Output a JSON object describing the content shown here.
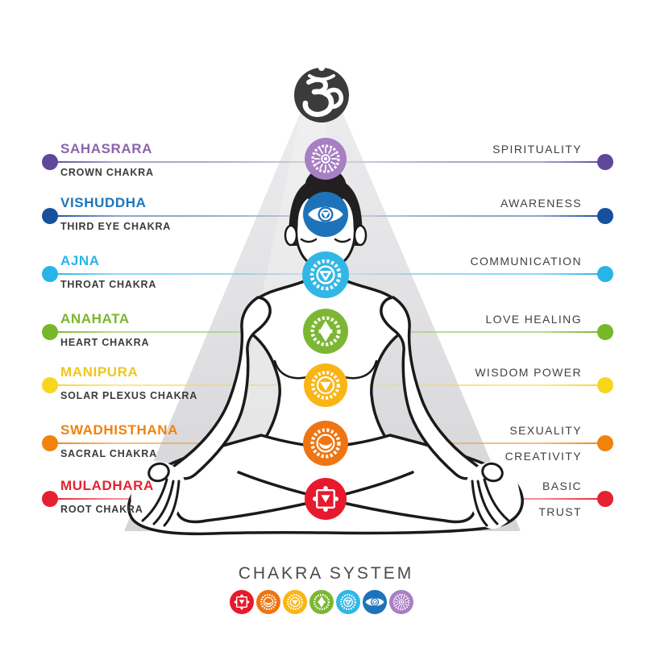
{
  "heading": {
    "title": "CHAKRA SYSTEM"
  },
  "om": {
    "symbol": "ॐ",
    "icon": "om-icon",
    "circle_color": "#3b3a3c"
  },
  "beam_color": "#dcdcdf",
  "chakras": [
    {
      "name": "SAHASRARA",
      "subtitle": "CROWN CHAKRA",
      "right1": "SPIRITUALITY",
      "right2": "",
      "color": "#8c64ab",
      "dot_color": "#5f489b",
      "circle_color": "#a87fc2",
      "symbol": "crown-lotus-icon"
    },
    {
      "name": "VISHUDDHA",
      "subtitle": "THIRD EYE CHAKRA",
      "right1": "AWARENESS",
      "right2": "",
      "color": "#1b76bd",
      "dot_color": "#17509d",
      "circle_color": "#1d73b9",
      "symbol": "third-eye-icon"
    },
    {
      "name": "AJNA",
      "subtitle": "THROAT CHAKRA",
      "right1": "COMMUNICATION",
      "right2": "",
      "color": "#29b6ea",
      "dot_color": "#29b4e9",
      "circle_color": "#31b7e6",
      "symbol": "throat-sun-icon"
    },
    {
      "name": "ANAHATA",
      "subtitle": "HEART CHAKRA",
      "right1": "LOVE HEALING",
      "right2": "",
      "color": "#7bb62c",
      "dot_color": "#78b72a",
      "circle_color": "#7cb734",
      "symbol": "heart-star-icon"
    },
    {
      "name": "MANIPURA",
      "subtitle": "SOLAR PLEXUS CHAKRA",
      "right1": "WISDOM POWER",
      "right2": "",
      "color": "#f2c51d",
      "dot_color": "#f8d620",
      "circle_color": "#f9b514",
      "symbol": "solar-triangle-icon"
    },
    {
      "name": "SWADHISTHANA",
      "subtitle": "SACRAL CHAKRA",
      "right1": "SEXUALITY",
      "right2": "CREATIVITY",
      "color": "#f0820e",
      "dot_color": "#f0830d",
      "circle_color": "#ee7511",
      "symbol": "sacral-crescent-icon"
    },
    {
      "name": "MULADHARA",
      "subtitle": "ROOT  CHAKRA",
      "right1": "BASIC",
      "right2": "TRUST",
      "color": "#e32330",
      "dot_color": "#e6212f",
      "circle_color": "#e8192c",
      "symbol": "root-square-icon"
    }
  ]
}
